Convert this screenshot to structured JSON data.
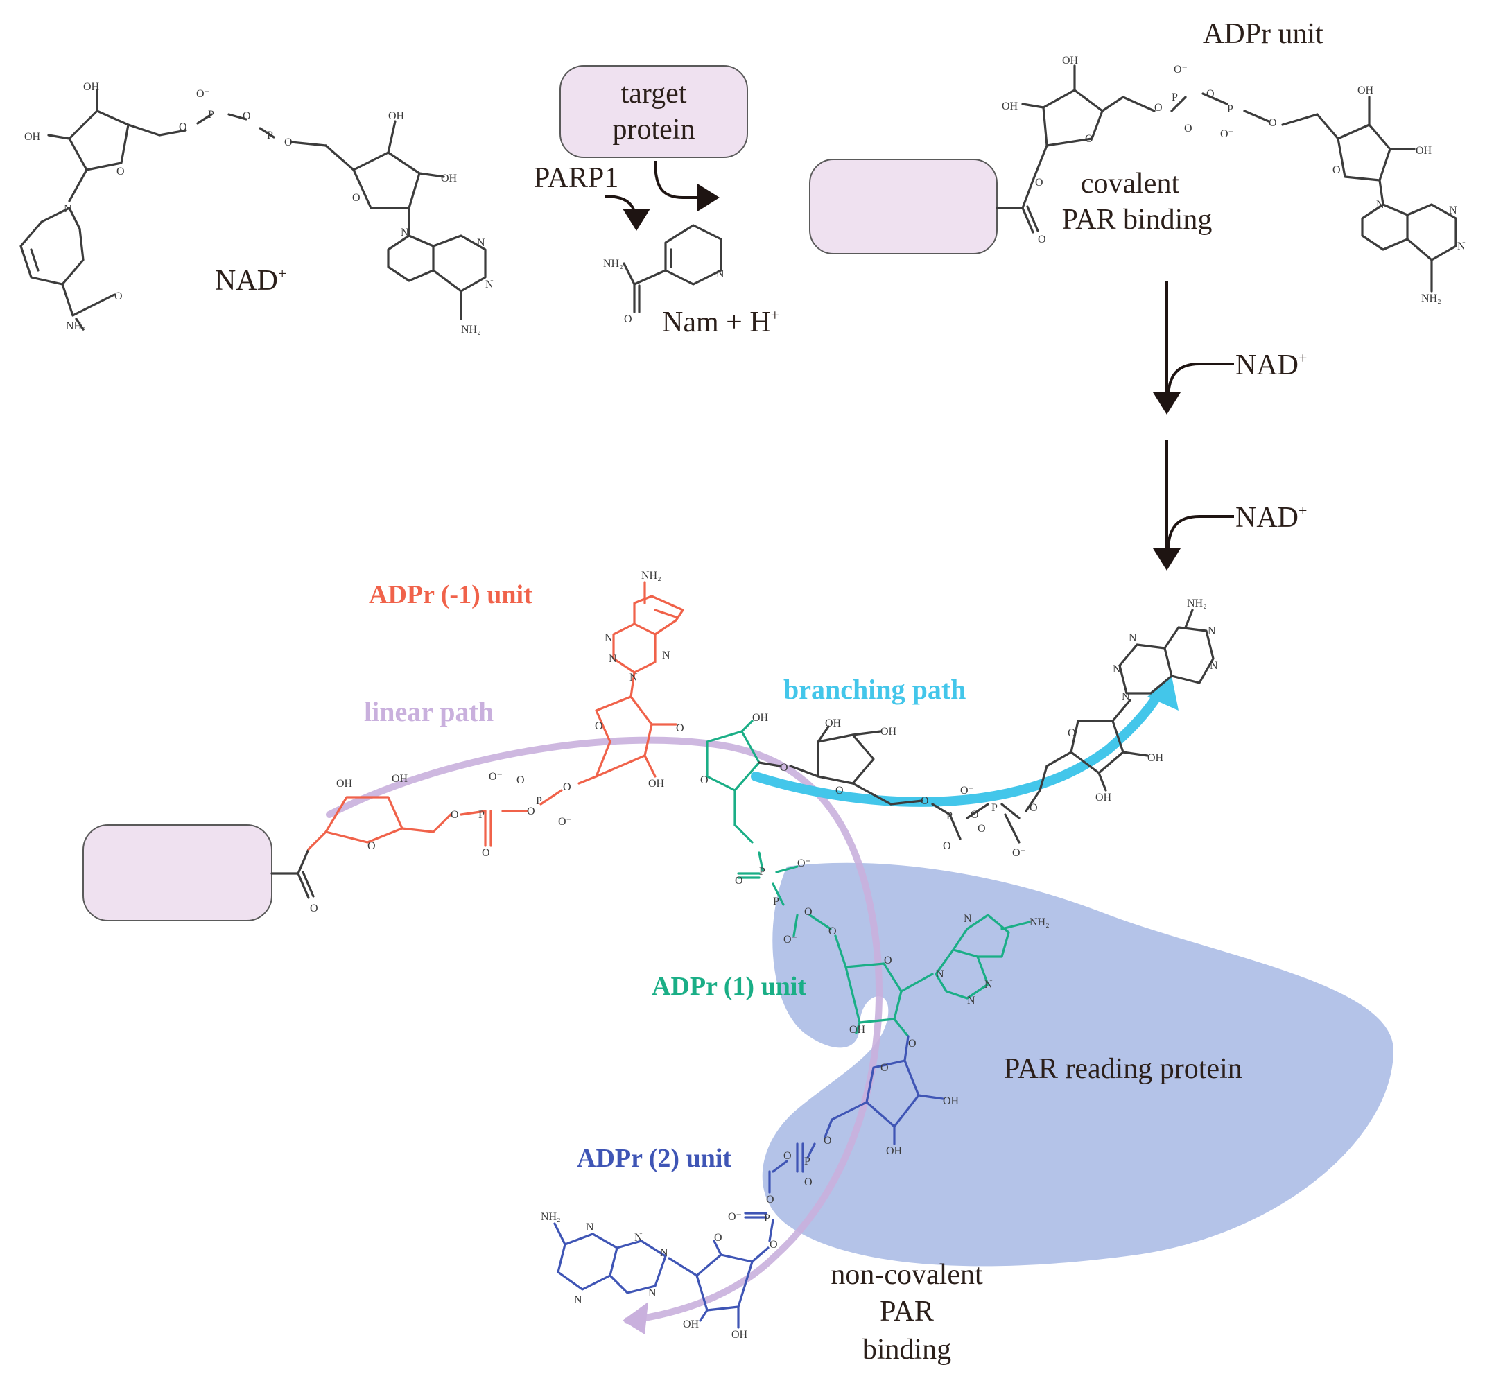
{
  "labels": {
    "target_protein_line1": "target",
    "target_protein_line2": "protein",
    "parp1": "PARP1",
    "nad_plus": "NAD",
    "nad_plus_sup": "+",
    "nam_h": "Nam + H",
    "nam_h_sup": "+",
    "adpr_unit": "ADPr unit",
    "covalent_line1": "covalent",
    "covalent_line2": "PAR binding",
    "nad_step1": "NAD",
    "nad_step1_sup": "+",
    "nad_step2": "NAD",
    "nad_step2_sup": "+",
    "adpr_minus1": "ADPr (-1) unit",
    "linear_path": "linear path",
    "branching_path": "branching path",
    "adpr_1": "ADPr (1) unit",
    "adpr_2": "ADPr (2) unit",
    "par_reading_protein": "PAR reading protein",
    "noncovalent_line1": "non-covalent",
    "noncovalent_line2": "PAR",
    "noncovalent_line3": "binding"
  },
  "atoms": {
    "oh": "OH",
    "o": "O",
    "o_minus": "O⁻",
    "p": "P",
    "n": "N",
    "nh2": "NH₂"
  },
  "colors": {
    "protein_box": "#efe1f0",
    "protein_stroke": "#5a5a5a",
    "black_struct": "#3c3c3c",
    "adpr_minus1": "#f0624a",
    "adpr_1": "#1aae86",
    "adpr_2": "#3f55b5",
    "branching": "#43c6ea",
    "linear": "#c9b0dd",
    "reading_protein": "#b4c3e8"
  }
}
